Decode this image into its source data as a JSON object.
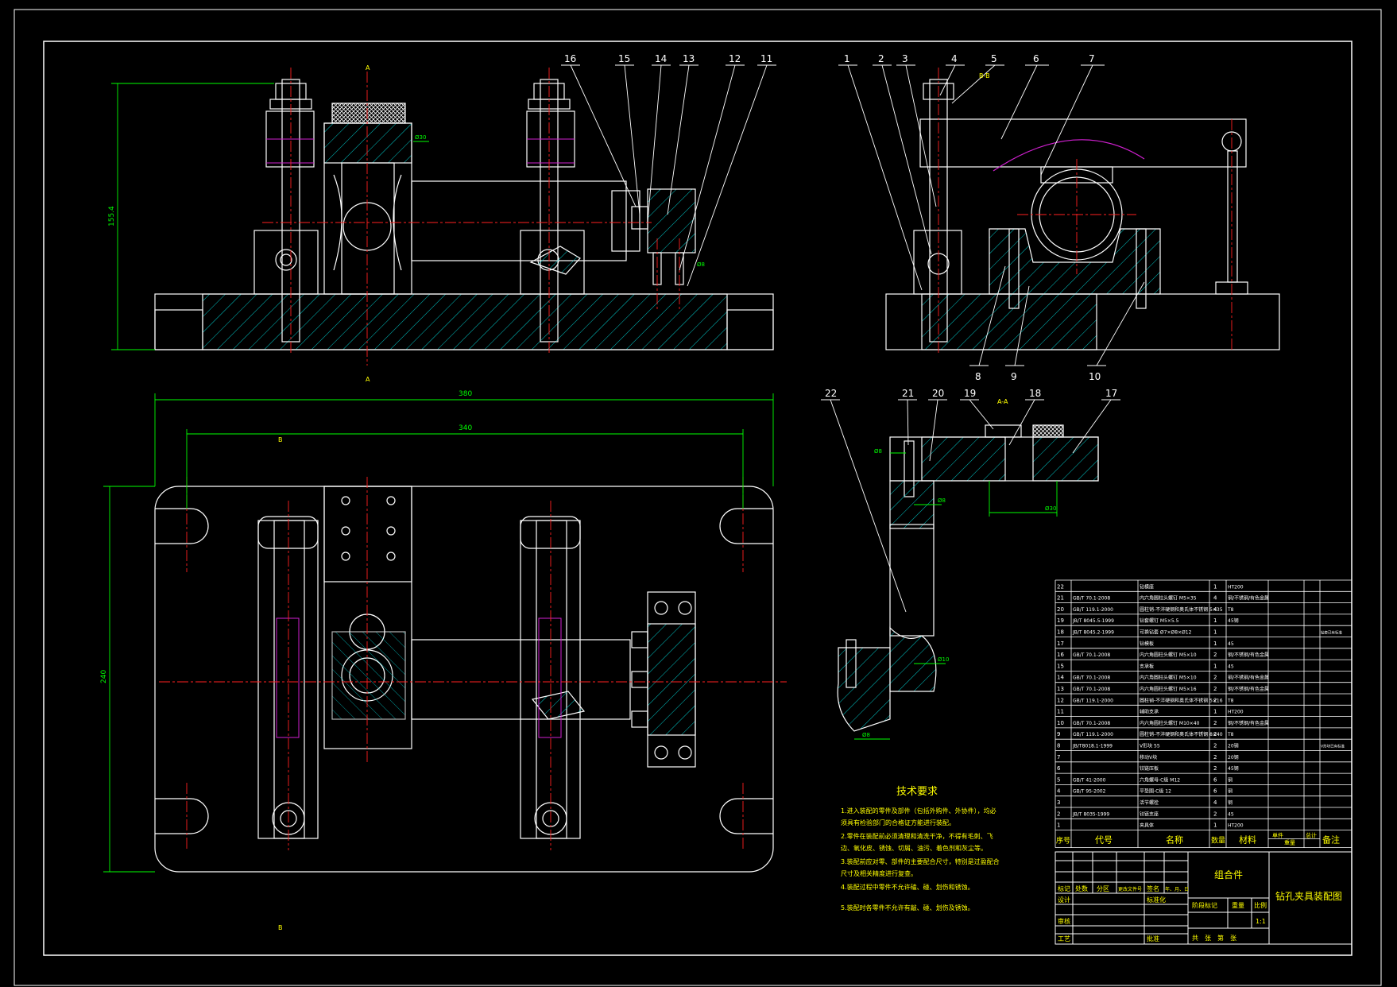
{
  "colors": {
    "background": "#000000",
    "outline": "#ffffff",
    "hatch": "#00c8c8",
    "center": "#ff2020",
    "dimension": "#00ff00",
    "hidden": "#d020d0",
    "text": "#ffff00"
  },
  "section_marks": {
    "a_top": "A",
    "a_bottom": "A",
    "b_top": "B",
    "b_bottom": "B",
    "side_view": "B-B",
    "detail_view": "A-A"
  },
  "balloons": {
    "top_row": [
      "16",
      "15",
      "14",
      "13",
      "12",
      "11",
      "1",
      "2",
      "3",
      "4",
      "5",
      "6",
      "7"
    ],
    "side_bottom": [
      "8",
      "9",
      "10"
    ],
    "detail_row": [
      "22",
      "21",
      "20",
      "19",
      "18",
      "17"
    ]
  },
  "dimensions": {
    "height": "155.4",
    "overall_width": "380",
    "hole_pitch": "340",
    "plate_depth": "240",
    "fit_1": "Ø30",
    "fit_2": "Ø8",
    "fit_3": "Ø30",
    "fit_4": "Ø8",
    "fit_5": "Ø8",
    "fit_6": "Ø10",
    "fit_7": "Ø8"
  },
  "notes": {
    "heading": "技术要求",
    "lines": [
      "1.进入装配的零件及部件（包括外购件、外协件），均必",
      "  须具有检验部门的合格证方能进行装配。",
      "2.零件在装配前必须清理和清洗干净，不得有毛刺、飞",
      "  边、氧化皮、锈蚀、切屑、油污、着色剂和灰尘等。",
      "3.装配前应对零、部件的主要配合尺寸，特别是过盈配合",
      "  尺寸及相关精度进行复查。",
      "4.装配过程中零件不允许磕、碰、划伤和锈蚀。",
      "5.装配时各零件不允许有敲、碰、划伤及锈蚀。"
    ]
  },
  "bom": {
    "rows": [
      [
        "22",
        "",
        "钻模座",
        "1",
        "HT200",
        ""
      ],
      [
        "21",
        "GB/T 70.1-2008",
        "内六角圆柱头螺钉 M5×35",
        "4",
        "钢/不锈钢/有色金属",
        ""
      ],
      [
        "20",
        "GB/T 119.1-2000",
        "圆柱销-不淬硬钢和奥氏体不锈钢 5×35",
        "4",
        "T8",
        ""
      ],
      [
        "19",
        "JB/T 8045.5-1999",
        "钻套螺钉 M5×5.5",
        "1",
        "45钢",
        ""
      ],
      [
        "18",
        "JB/T 8045.2-1999",
        "可换钻套 Ø7×Ø8×Ø12",
        "1",
        "",
        "钻套已有标准"
      ],
      [
        "17",
        "",
        "钻模板",
        "1",
        "45",
        ""
      ],
      [
        "16",
        "GB/T 70.1-2008",
        "内六角圆柱头螺钉 M5×10",
        "2",
        "钢/不锈钢/有色金属",
        ""
      ],
      [
        "15",
        "",
        "支承板",
        "1",
        "45",
        ""
      ],
      [
        "14",
        "GB/T 70.1-2008",
        "内六角圆柱头螺钉 M5×10",
        "2",
        "钢/不锈钢/有色金属",
        ""
      ],
      [
        "13",
        "GB/T 70.1-2008",
        "内六角圆柱头螺钉 M5×16",
        "2",
        "钢/不锈钢/有色金属",
        ""
      ],
      [
        "12",
        "GB/T 119.1-2000",
        "圆柱销-不淬硬钢和奥氏体不锈钢 5×16",
        "2",
        "T8",
        ""
      ],
      [
        "11",
        "",
        "辅助支承",
        "1",
        "HT200",
        ""
      ],
      [
        "10",
        "GB/T 70.1-2008",
        "内六角圆柱头螺钉 M10×40",
        "2",
        "钢/不锈钢/有色金属",
        ""
      ],
      [
        "9",
        "GB/T 119.1-2000",
        "圆柱销-不淬硬钢和奥氏体不锈钢 8×40",
        "2",
        "T8",
        ""
      ],
      [
        "8",
        "JB/T8018.1-1999",
        "V形块 55",
        "2",
        "20钢",
        "V形块已有标准"
      ],
      [
        "7",
        "",
        "移动V块",
        "2",
        "20钢",
        ""
      ],
      [
        "6",
        "",
        "铰链压板",
        "2",
        "45钢",
        ""
      ],
      [
        "5",
        "GB/T 41-2000",
        "六角螺母-C级 M12",
        "6",
        "钢",
        ""
      ],
      [
        "4",
        "GB/T 95-2002",
        "平垫圈-C级 12",
        "6",
        "钢",
        ""
      ],
      [
        "3",
        "",
        "活节螺栓",
        "4",
        "钢",
        ""
      ],
      [
        "2",
        "JB/T 8035-1999",
        "铰链支座",
        "2",
        "45",
        ""
      ],
      [
        "1",
        "",
        "夹具体",
        "1",
        "HT200",
        ""
      ]
    ],
    "header": [
      "序号",
      "代号",
      "名称",
      "数量",
      "材料",
      "单件",
      "总计",
      "备注"
    ],
    "header_sub": "重量"
  },
  "title_block": {
    "assembly": "组合件",
    "drawing_name": "钻孔夹具装配图",
    "row1": [
      "标记",
      "处数",
      "分区",
      "更改文件号",
      "签名",
      "年、月、日"
    ],
    "design": "设计",
    "standard": "标准化",
    "stage_label": "阶段标记",
    "weight_label": "重量",
    "scale_label": "比例",
    "scale": "1:1",
    "review": "审核",
    "process": "工艺",
    "approve": "批准",
    "sheets": "共　张　第　张"
  }
}
